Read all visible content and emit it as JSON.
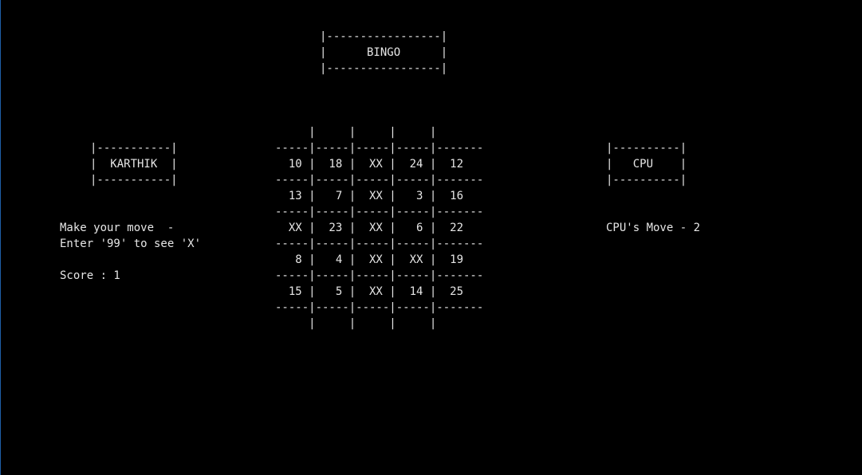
{
  "window": {
    "title_box": [
      "|-----------------|",
      "|      BINGO      |",
      "|-----------------|"
    ],
    "player_box": [
      "|-----------|",
      "|  KARTHIK  |",
      "|-----------|"
    ],
    "cpu_box": [
      "|----------|",
      "|   CPU    |",
      "|----------|"
    ],
    "board": [
      "     |     |     |     |",
      "-----|-----|-----|-----|-------",
      "  10 |  18 |  XX |  24 |  12",
      "-----|-----|-----|-----|-------",
      "  13 |   7 |  XX |   3 |  16",
      "-----|-----|-----|-----|-------",
      "  XX |  23 |  XX |   6 |  22",
      "-----|-----|-----|-----|-------",
      "   8 |   4 |  XX |  XX |  19",
      "-----|-----|-----|-----|-------",
      "  15 |   5 |  XX |  14 |  25",
      "-----|-----|-----|-----|-------",
      "     |     |     |     |"
    ],
    "prompt": [
      "Make your move  -",
      "Enter '99' to see 'X'"
    ],
    "score": "Score : 1",
    "cpu_move": "CPU's Move - 2"
  },
  "colors": {
    "background": "#000000",
    "text": "#e6e6e6"
  }
}
